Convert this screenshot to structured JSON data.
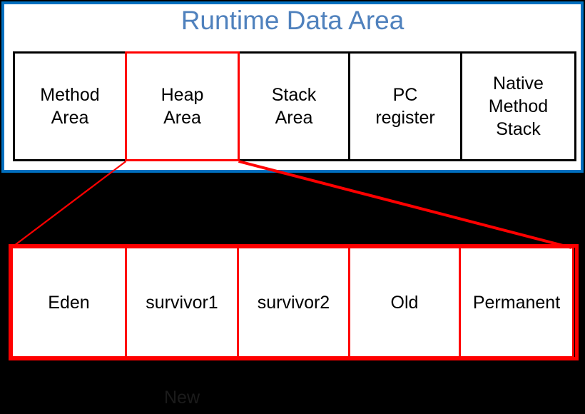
{
  "colors": {
    "canvas_background": "#000000",
    "frame_blue": "#0070C0",
    "title_blue": "#4F81BD",
    "highlight_red": "#FF0000",
    "cell_border_black": "#000000",
    "cell_fill": "#FFFFFF"
  },
  "runtime_area": {
    "title": "Runtime Data Area",
    "cells": [
      {
        "id": "method-area",
        "label": "Method\nArea",
        "highlighted": false
      },
      {
        "id": "heap-area",
        "label": "Heap\nArea",
        "highlighted": true
      },
      {
        "id": "stack-area",
        "label": "Stack\nArea",
        "highlighted": false
      },
      {
        "id": "pc-register",
        "label": "PC\nregister",
        "highlighted": false
      },
      {
        "id": "native-method-stack",
        "label": "Native\nMethod\nStack",
        "highlighted": false
      }
    ]
  },
  "heap_detail": {
    "expanded_from": "heap-area",
    "cells": [
      {
        "id": "eden",
        "label": "Eden"
      },
      {
        "id": "survivor1",
        "label": "survivor1"
      },
      {
        "id": "survivor2",
        "label": "survivor2"
      },
      {
        "id": "old",
        "label": "Old"
      },
      {
        "id": "permanent",
        "label": "Permanent"
      }
    ],
    "footnote": "New"
  }
}
